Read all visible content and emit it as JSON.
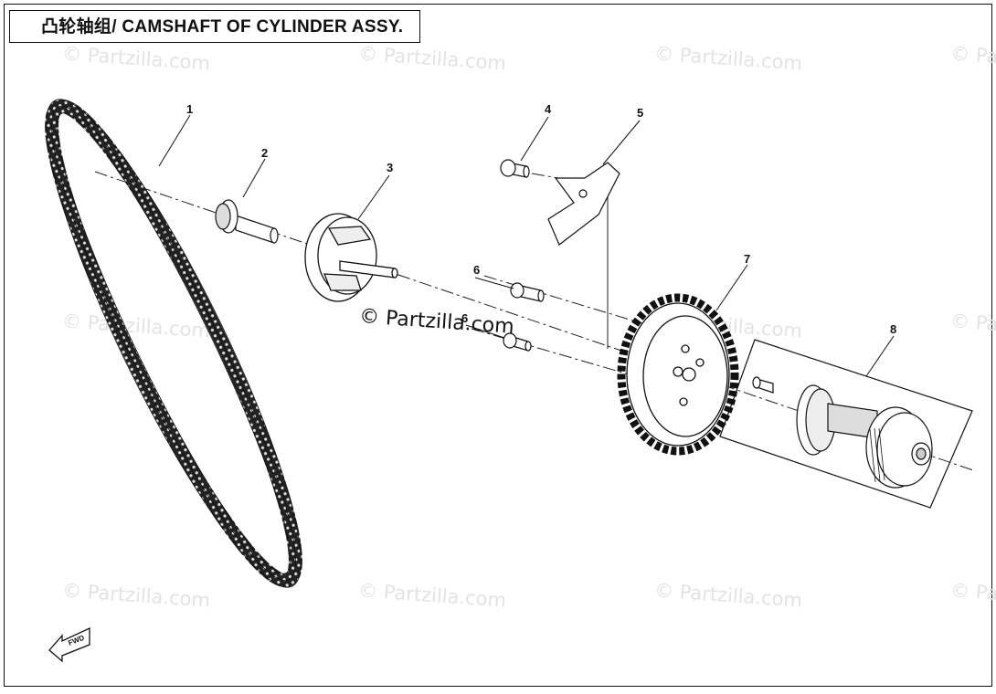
{
  "title": "凸轮轴组/ CAMSHAFT OF CYLINDER ASSY.",
  "watermark": "© Partzilla.com",
  "fwd_label": "FWD",
  "callouts": {
    "c1": "1",
    "c2": "2",
    "c3": "3",
    "c4": "4",
    "c5": "5",
    "c6a": "6",
    "c6b": "6",
    "c7": "7",
    "c8": "8"
  }
}
